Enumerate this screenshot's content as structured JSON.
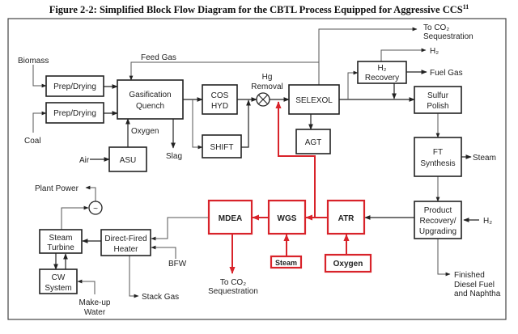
{
  "figure": {
    "title": "Figure 2-2:  Simplified Block Flow Diagram for the CBTL Process Equipped for Aggressive CCS",
    "title_superscript": "11"
  },
  "colors": {
    "highlight": "#d8232a",
    "line": "#222222"
  },
  "blocks": {
    "prep_drying_1": [
      "Prep/Drying"
    ],
    "prep_drying_2": [
      "Prep/Drying"
    ],
    "gasification": [
      "Gasification",
      "Quench"
    ],
    "cos_hyd": [
      "COS",
      "HYD"
    ],
    "shift": [
      "SHIFT"
    ],
    "asu": [
      "ASU"
    ],
    "selexol": [
      "SELEXOL"
    ],
    "agt": [
      "AGT"
    ],
    "h2_recovery": [
      "H₂",
      "Recovery"
    ],
    "sulfur_polish": [
      "Sulfur",
      "Polish"
    ],
    "ft_synthesis": [
      "FT",
      "Synthesis"
    ],
    "product_recovery": [
      "Product",
      "Recovery/",
      "Upgrading"
    ],
    "atr": [
      "ATR"
    ],
    "wgs": [
      "WGS"
    ],
    "mdea": [
      "MDEA"
    ],
    "steam_input": [
      "Steam"
    ],
    "oxygen_input": [
      "Oxygen"
    ],
    "direct_fired_heater": [
      "Direct-Fired",
      "Heater"
    ],
    "steam_turbine": [
      "Steam",
      "Turbine"
    ],
    "cw_system": [
      "CW",
      "System"
    ]
  },
  "labels": {
    "biomass": "Biomass",
    "coal": "Coal",
    "feed_gas": "Feed Gas",
    "oxygen": "Oxygen",
    "air": "Air",
    "slag": "Slag",
    "hg_removal": [
      "Hg",
      "Removal"
    ],
    "to_co2_top": [
      "To CO₂",
      "Sequestration"
    ],
    "h2_out": "H₂",
    "fuel_gas": "Fuel Gas",
    "steam_out": "Steam",
    "h2_in": "H₂",
    "finished_products": [
      "Finished",
      "Diesel Fuel",
      "and Naphtha"
    ],
    "to_co2_bottom": [
      "To CO₂",
      "Sequestration"
    ],
    "plant_power": "Plant Power",
    "bfw": "BFW",
    "stack_gas": "Stack Gas",
    "makeup_water": [
      "Make-up",
      "Water"
    ],
    "generator_symbol": "~"
  }
}
